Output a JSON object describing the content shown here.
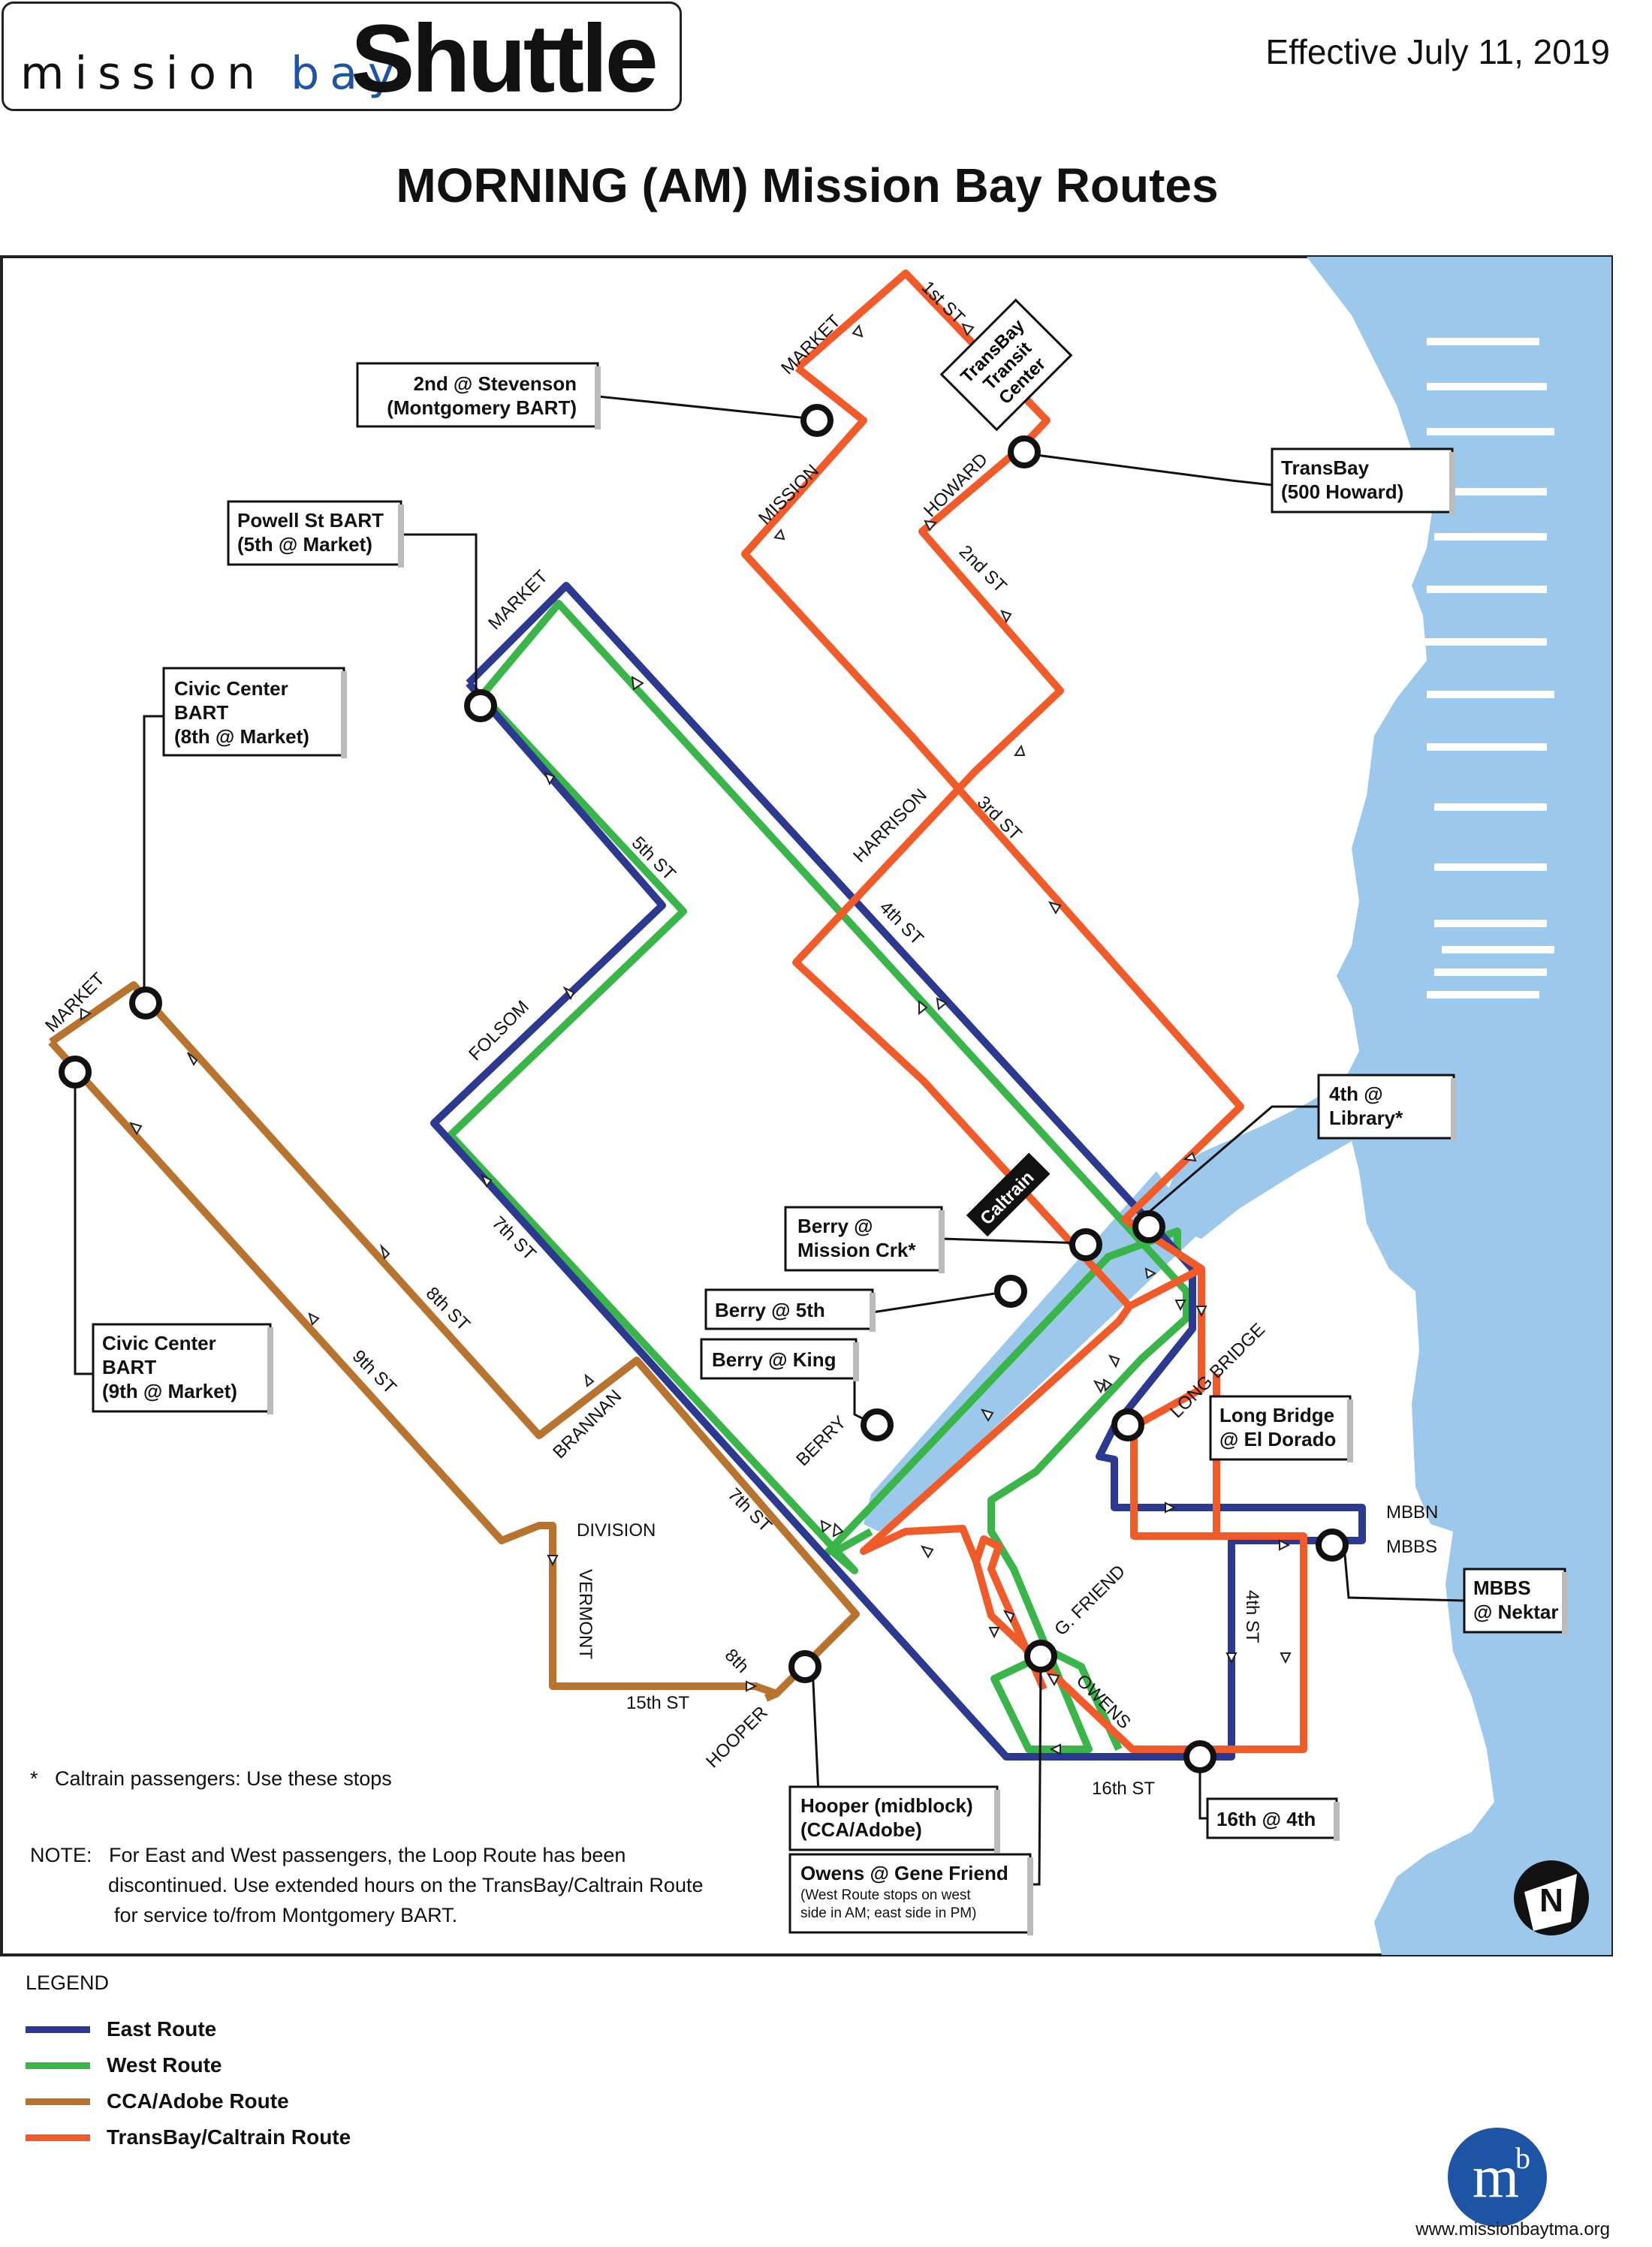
{
  "header": {
    "logo_word_mission": "mission",
    "logo_word_bay": "bay",
    "logo_word_shuttle": "Shuttle",
    "effective": "Effective July 11, 2019",
    "title": "MORNING (AM) Mission Bay Routes"
  },
  "colors": {
    "east": "#2b3990",
    "west": "#3ab54a",
    "cca": "#b8732e",
    "transbay": "#f15a29",
    "water": "#9cc9eb"
  },
  "streets": {
    "first": "1st ST",
    "market_top": "MARKET",
    "mission": "MISSION",
    "howard": "HOWARD",
    "second": "2nd ST",
    "market_mid": "MARKET",
    "fifth": "5th ST",
    "folsom": "FOLSOM",
    "harrison": "HARRISON",
    "third": "3rd ST",
    "fourth": "4th ST",
    "market_west": "MARKET",
    "seventh": "7th ST",
    "eighth": "8th ST",
    "ninth": "9th ST",
    "brannan": "BRANNAN",
    "seventh_lower": "7th ST",
    "berry": "BERRY",
    "long_bridge": "LONG BRIDGE",
    "division": "DIVISION",
    "vermont": "VERMONT",
    "fifteenth": "15th ST",
    "eighth_lower": "8th",
    "hooper": "HOOPER",
    "g_friend": "G. FRIEND",
    "owens": "OWENS",
    "sixteenth": "16th ST",
    "fourth_lower": "4th ST",
    "mbbn": "MBBN",
    "mbbs": "MBBS"
  },
  "caltrain_badge": "Caltrain",
  "transbay_center": [
    "TransBay",
    "Transit",
    "Center"
  ],
  "stops": {
    "stevenson": [
      "2nd @ Stevenson",
      "(Montgomery BART)"
    ],
    "transbay": [
      "TransBay",
      "(500 Howard)"
    ],
    "powell": [
      "Powell St BART",
      "(5th @ Market)"
    ],
    "civic8": [
      "Civic Center",
      "BART",
      "(8th @ Market)"
    ],
    "library": [
      "4th @",
      "Library*"
    ],
    "berry_mission": [
      "Berry @",
      "Mission Crk*"
    ],
    "berry5": [
      "Berry @ 5th"
    ],
    "berry_king": [
      "Berry @ King"
    ],
    "civic9": [
      "Civic Center",
      "BART",
      "(9th @ Market)"
    ],
    "long_bridge": [
      "Long Bridge",
      "@ El Dorado"
    ],
    "mbbs_nektar": [
      "MBBS",
      "@ Nektar"
    ],
    "hooper": [
      "Hooper (midblock)",
      "(CCA/Adobe)"
    ],
    "owens": [
      "Owens @ Gene Friend"
    ],
    "owens_note": [
      "(West Route stops on west",
      "side in AM; east side in PM)"
    ],
    "sixteenth": [
      "16th @ 4th"
    ]
  },
  "footnote": "*   Caltrain passengers: Use these stops",
  "note": [
    "NOTE:   For East and West passengers, the Loop Route has been",
    "discontinued. Use extended hours on the TransBay/Caltrain Route",
    "for service to/from Montgomery BART."
  ],
  "compass": "N",
  "legend": {
    "title": "LEGEND",
    "items": [
      {
        "label": "East Route",
        "color": "#2b3990"
      },
      {
        "label": "West Route",
        "color": "#3ab54a"
      },
      {
        "label": "CCA/Adobe Route",
        "color": "#b8732e"
      },
      {
        "label": "TransBay/Caltrain Route",
        "color": "#f15a29"
      }
    ]
  },
  "website": "www.missionbaytma.org"
}
